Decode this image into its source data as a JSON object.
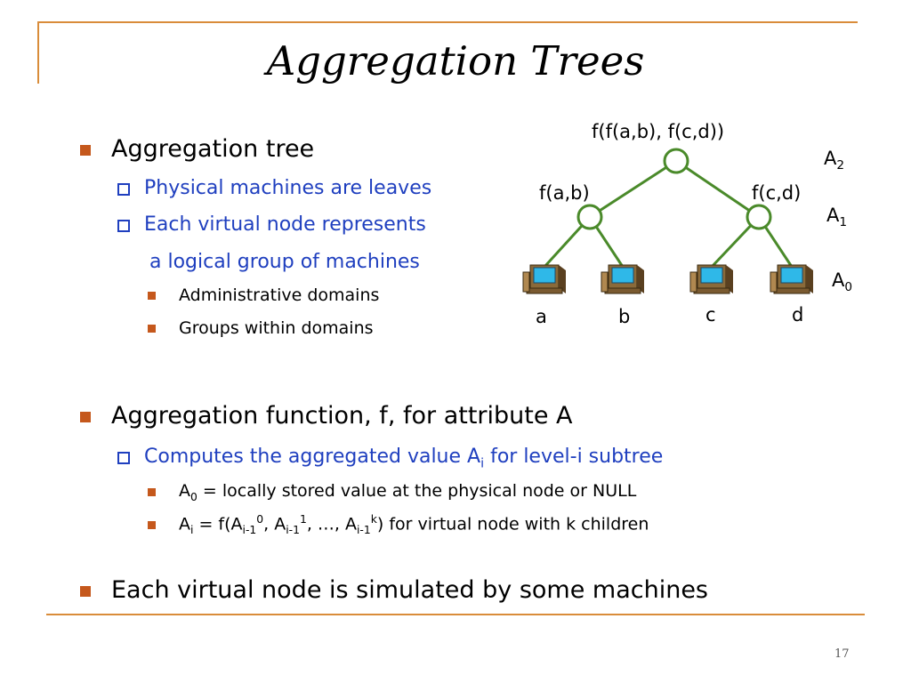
{
  "title": "Aggregation Trees",
  "page_number": "17",
  "bullets": {
    "b1": "Aggregation tree",
    "b1_1": "Physical machines are leaves",
    "b1_2_line1": "Each virtual node represents",
    "b1_2_line2": "a logical group of machines",
    "b1_2_1": "Administrative domains",
    "b1_2_2": "Groups within domains",
    "b2": "Aggregation function, f, for attribute A",
    "b2_1_pre": "Computes the aggregated value A",
    "b2_1_sub": "i",
    "b2_1_post": " for level-i subtree",
    "b2_1_1_A": "A",
    "b2_1_1_sub": "0",
    "b2_1_1_post": " = locally stored value at the physical node or NULL",
    "b2_1_2_a": "A",
    "b2_1_2_a_sub": "i",
    "b2_1_2_b": " = f(A",
    "b2_1_2_b_sub": "i-1",
    "b2_1_2_b_sup": "0",
    "b2_1_2_c": ", A",
    "b2_1_2_c_sub": "i-1",
    "b2_1_2_c_sup": "1",
    "b2_1_2_d": ", …, A",
    "b2_1_2_d_sub": "i-1",
    "b2_1_2_d_sup": "k",
    "b2_1_2_e": ")  for virtual node with k children",
    "b3": "Each virtual node is simulated by some machines"
  },
  "diagram": {
    "root_label": "f(f(a,b), f(c,d))",
    "left_label": "f(a,b)",
    "right_label": "f(c,d)",
    "leaves": [
      "a",
      "b",
      "c",
      "d"
    ],
    "levels": [
      {
        "base": "A",
        "sub": "2"
      },
      {
        "base": "A",
        "sub": "1"
      },
      {
        "base": "A",
        "sub": "0"
      }
    ],
    "edge_color": "#4a8a2a",
    "node_fill": "#ffffff",
    "icon": "computer-icon"
  }
}
